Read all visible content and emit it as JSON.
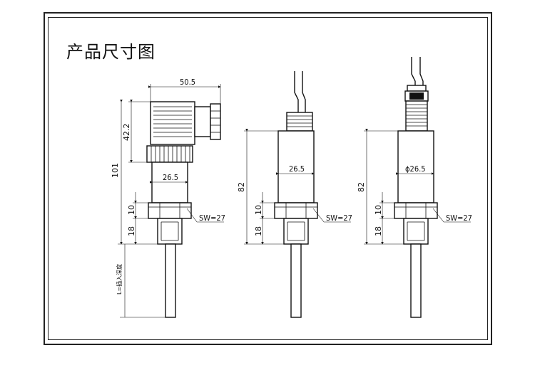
{
  "title": "产品尺寸图",
  "view1": {
    "width_top": "50.5",
    "height_connector": "42.2",
    "overall": "101",
    "diameter": "26.5",
    "nut_height": "10",
    "thread_height": "18",
    "wrench": "SW=27",
    "insertion": "L=插入深度"
  },
  "view2": {
    "height": "82",
    "diameter": "26.5",
    "nut_height": "10",
    "thread_height": "18",
    "wrench": "SW=27"
  },
  "view3": {
    "height": "82",
    "diameter": "ϕ26.5",
    "nut_height": "10",
    "thread_height": "18",
    "wrench": "SW=27"
  }
}
